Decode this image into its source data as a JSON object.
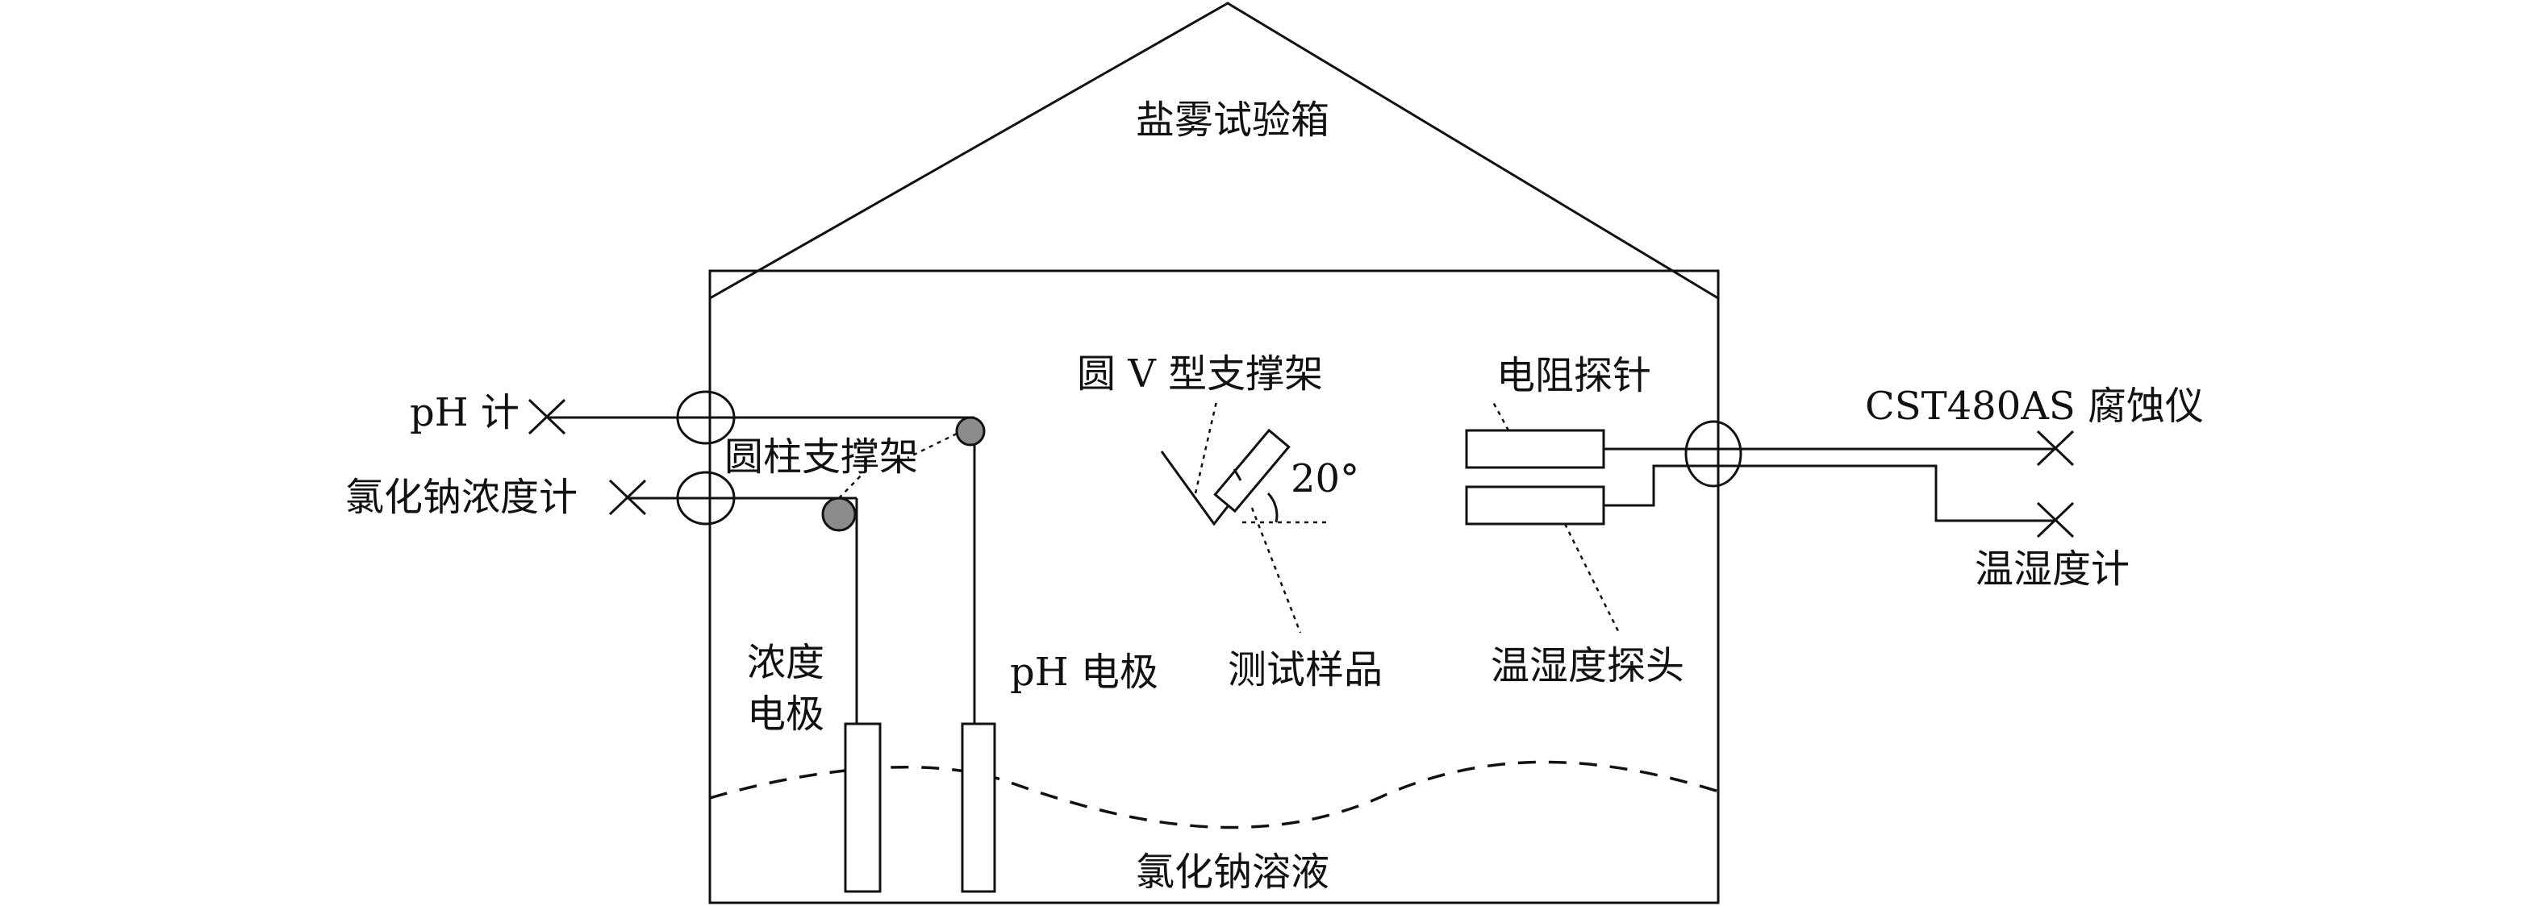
{
  "labels": {
    "chamber": "盐雾试验箱",
    "ph_meter": "pH 计",
    "concentration_meter": "氯化钠浓度计",
    "cylinder_support": "圆柱支撑架",
    "concentration_electrode_line1": "浓度",
    "concentration_electrode_line2": "电极",
    "ph_electrode": "pH 电极",
    "v_support": "圆 V 型支撑架",
    "angle": "20°",
    "test_sample": "测试样品",
    "resistance_probe": "电阻探针",
    "humidity_probe": "温湿度探头",
    "corrosion_meter": "CST480AS 腐蚀仪",
    "hygrometer": "温湿度计",
    "solution": "氯化钠溶液"
  }
}
